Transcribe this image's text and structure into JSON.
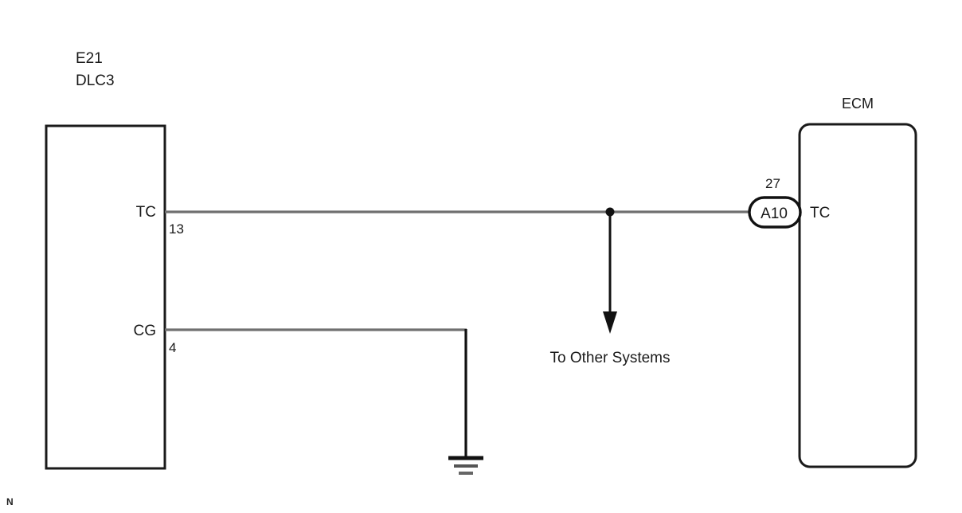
{
  "diagram": {
    "type": "automotive-wiring-diagram",
    "corner_mark": "N",
    "left_connector": {
      "code": "E21",
      "name": "DLC3",
      "pins": [
        {
          "name": "TC",
          "number": "13"
        },
        {
          "name": "CG",
          "number": "4"
        }
      ]
    },
    "right_connector": {
      "name": "ECM",
      "terminal_code": "A10",
      "terminal_pin_number": "27",
      "pins": [
        {
          "name": "TC"
        }
      ]
    },
    "annotations": [
      {
        "id": "branch-note",
        "text": "To Other Systems"
      }
    ],
    "symbols": [
      {
        "id": "ground-symbol",
        "name": "chassis-ground"
      },
      {
        "id": "junction-dot",
        "name": "wire-junction"
      },
      {
        "id": "branch-arrow",
        "name": "down-arrow"
      }
    ],
    "colors": {
      "wire_signal": "#707070",
      "wire_ground": "#111111",
      "outline": "#1a1a1a",
      "background": "#ffffff"
    }
  }
}
